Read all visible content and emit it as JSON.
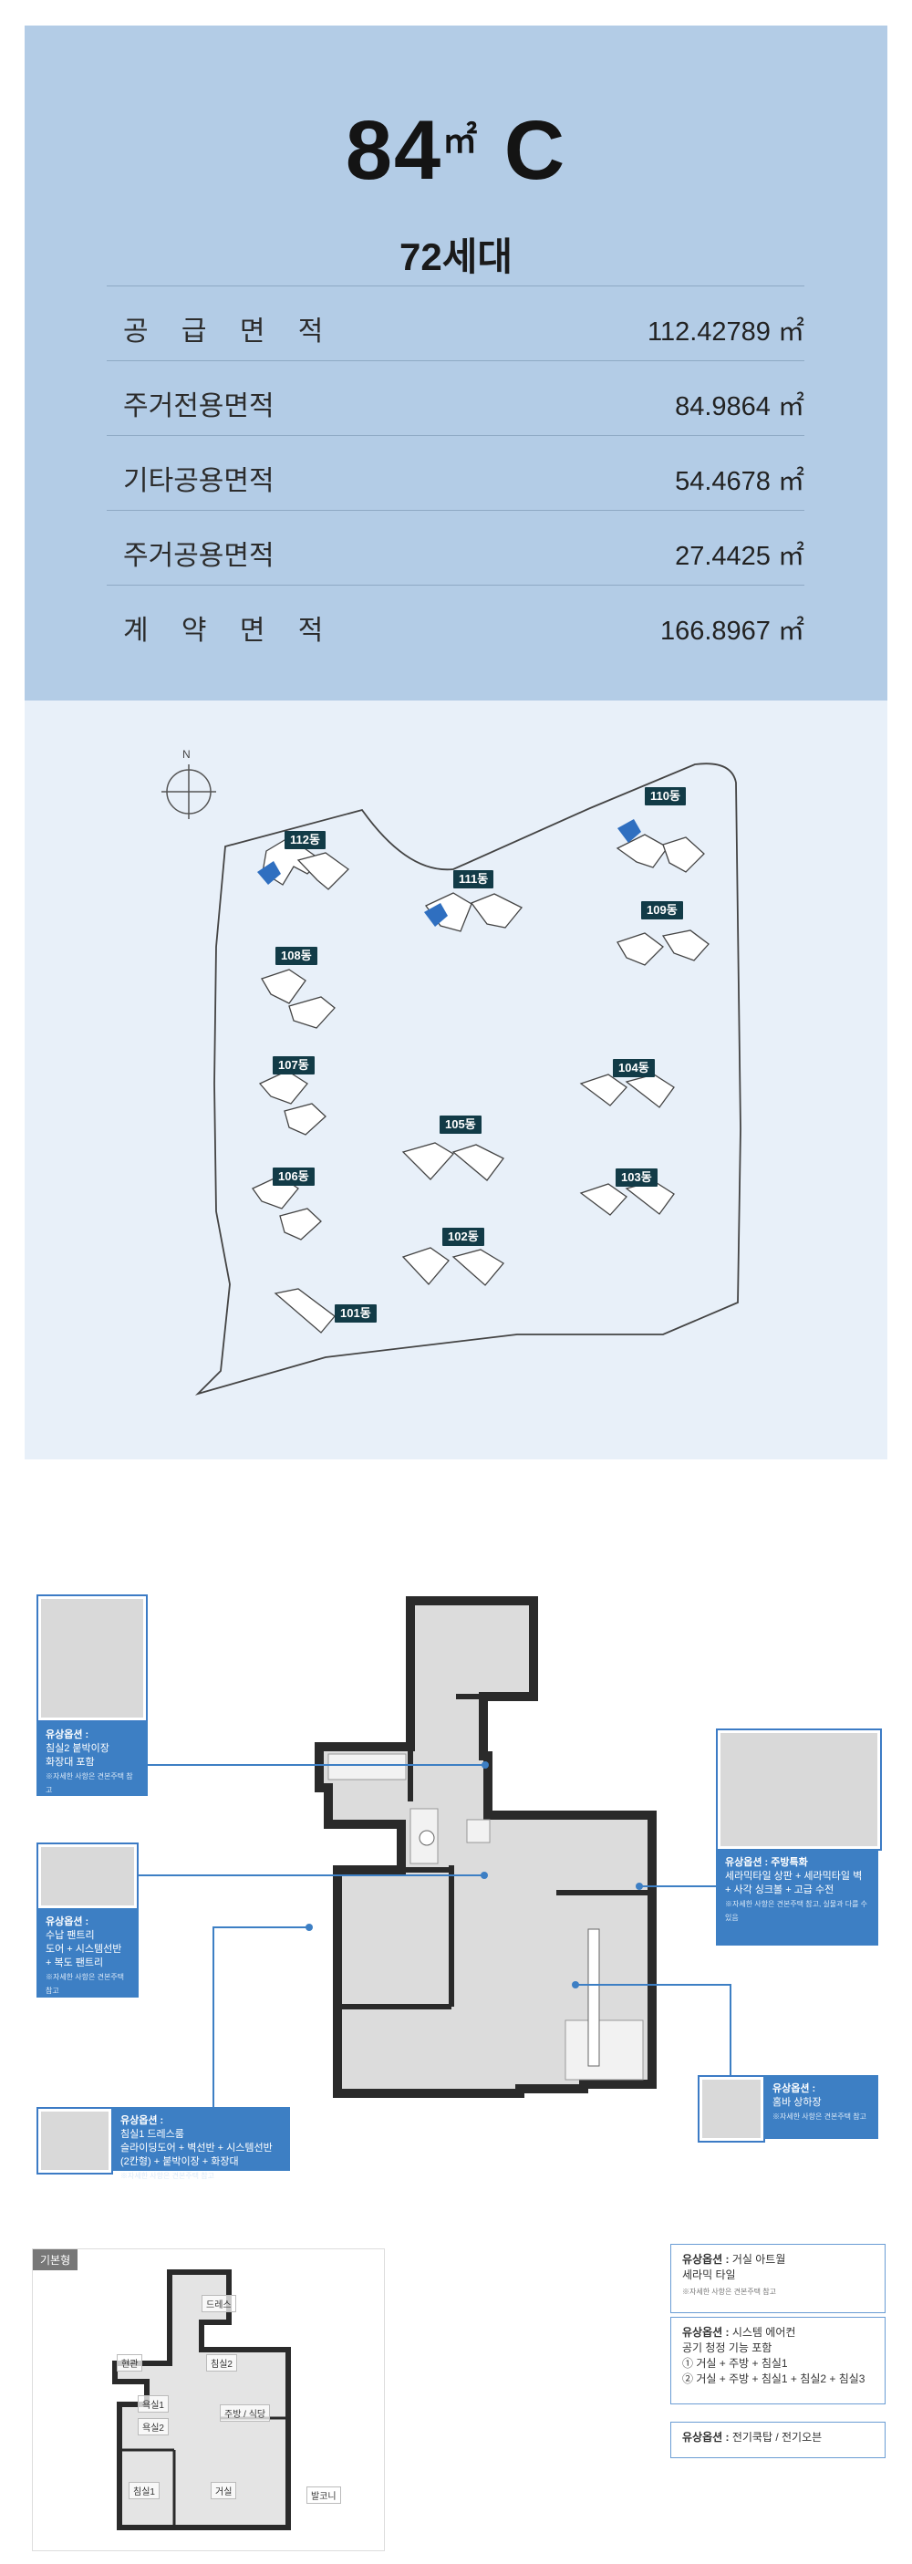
{
  "header": {
    "type_number": "84",
    "type_unit": "㎡",
    "type_letter": "C",
    "households": "72세대",
    "specs": [
      {
        "label": "공 급 면 적",
        "value": "112.42789 ㎡"
      },
      {
        "label": "주거전용면적",
        "value": "84.9864 ㎡"
      },
      {
        "label": "기타공용면적",
        "value": "54.4678 ㎡"
      },
      {
        "label": "주거공용면적",
        "value": "27.4425 ㎡"
      },
      {
        "label": "계 약 면 적",
        "value": "166.8967 ㎡"
      }
    ]
  },
  "siteplan": {
    "north": "N",
    "buildings": [
      "112동",
      "111동",
      "110동",
      "109동",
      "108동",
      "107동",
      "106동",
      "105동",
      "104동",
      "103동",
      "102동",
      "101동"
    ],
    "highlight_color": "#2f6fc0"
  },
  "floorplan": {
    "options": [
      {
        "title": "유상옵션 :",
        "lines": [
          "침실2 붙박이장",
          "화장대 포함"
        ],
        "note": "※자세한 사항은 견본주택 참고"
      },
      {
        "title": "유상옵션 :",
        "lines": [
          "수납 팬트리",
          "도어 + 시스템선반",
          "+ 복도 팬트리"
        ],
        "note": "※자세한 사항은 견본주택 참고"
      },
      {
        "title": "유상옵션 :",
        "lines": [
          "침실1 드레스룸",
          "슬라이딩도어 + 벽선반 + 시스템선반",
          "(2칸형) + 붙박이장 + 화장대"
        ],
        "note": "※자세한 사항은 견본주택 참고"
      },
      {
        "title": "유상옵션 : 주방특화",
        "lines": [
          "세라믹타일 상판 + 세라믹타일 벽",
          "+ 사각 싱크볼 + 고급 수전"
        ],
        "note": "※자세한 사항은 견본주택 참고, 실물과 다를 수 있음"
      },
      {
        "title": "유상옵션 :",
        "lines": [
          "홈바 상하장"
        ],
        "note": "※자세한 사항은 견본주택 참고"
      }
    ],
    "basic_label": "기본형",
    "basic_rooms": [
      "드레스",
      "침실2",
      "현관",
      "욕실1",
      "욕실2",
      "주방 / 식당",
      "침실1",
      "거실",
      "발코니"
    ],
    "extra_options": [
      {
        "title": "유상옵션 :",
        "lines": [
          "거실 아트월",
          "세라믹 타일"
        ],
        "note": "※자세한 사항은 견본주택 참고"
      },
      {
        "title": "유상옵션 :",
        "lines": [
          "시스템 에어컨",
          "공기 청정 기능 포함",
          "① 거실 + 주방 + 침실1",
          "② 거실 + 주방 + 침실1 + 침실2 + 침실3"
        ],
        "note": ""
      },
      {
        "title": "유상옵션 :",
        "lines": [
          "전기쿡탑 / 전기오븐"
        ],
        "note": ""
      }
    ]
  }
}
